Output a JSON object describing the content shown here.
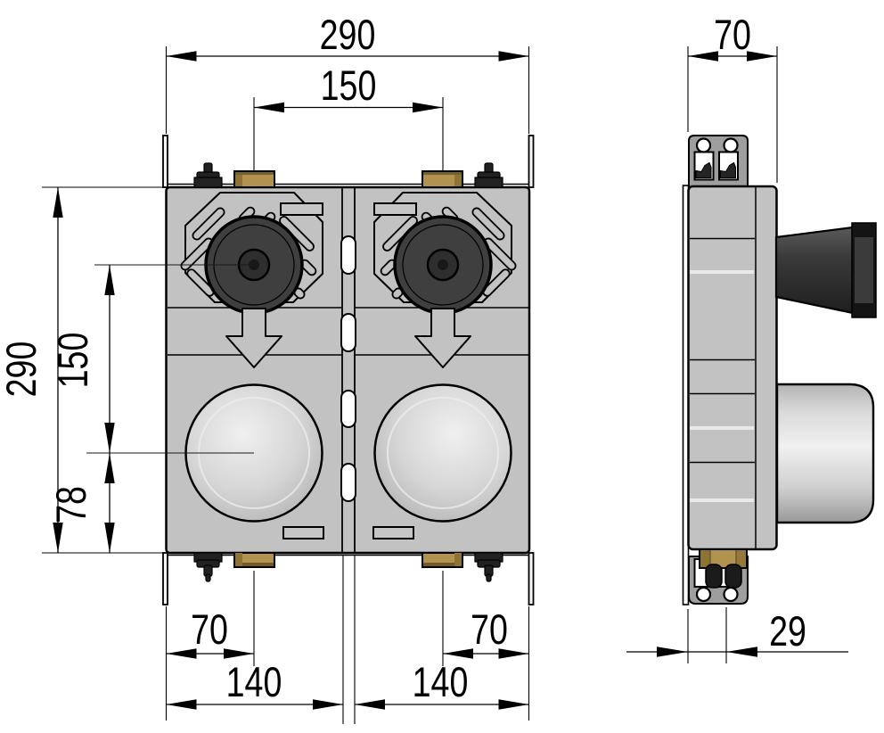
{
  "colors": {
    "body_grey": "#c2c2c2",
    "bracket_grey": "#9e9e9e",
    "cap_light_grey": "#d9d9d9",
    "brass": "#b2924f",
    "brass_dark": "#8d7335",
    "dark_plastic": "#212121",
    "knob_grey": "#3f3f3f",
    "outline": "#000000",
    "background": "#ffffff"
  },
  "dimensions": {
    "top_width": "290",
    "top_port_spacing": "150",
    "side_depth": "70",
    "left_height": "290",
    "left_port_to_cap": "150",
    "left_cap_to_bottom": "78",
    "bottom_left_edge_to_port": "70",
    "bottom_left_module_width": "140",
    "bottom_right_port_to_edge": "70",
    "bottom_right_module_width": "140",
    "side_plate_to_port": "29"
  }
}
